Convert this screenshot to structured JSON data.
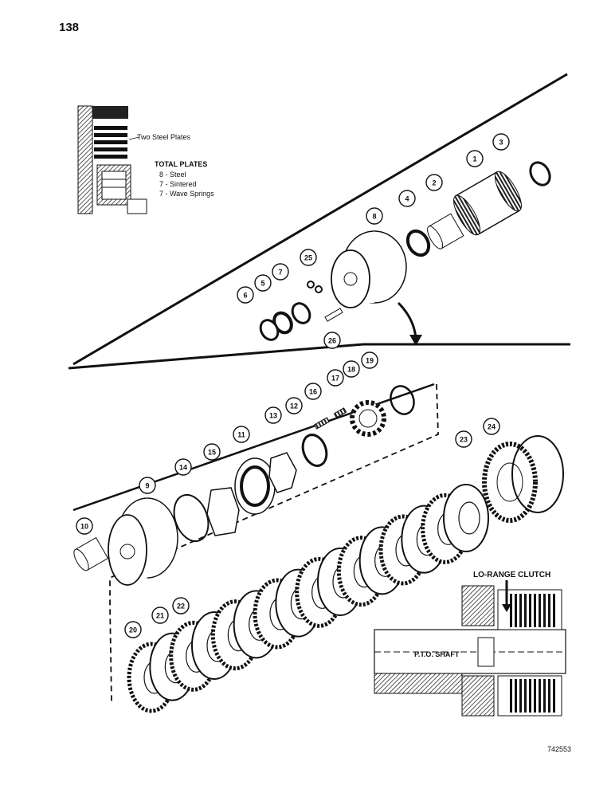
{
  "page_number": "138",
  "inset_top": {
    "callout": "Two Steel Plates",
    "total_plates_heading": "TOTAL PLATES",
    "plate_counts": [
      "8 - Steel",
      "7 - Sintered",
      "7 - Wave Springs"
    ]
  },
  "inset_bottom": {
    "title": "LO-RANGE CLUTCH",
    "shaft_label": "P.T.O. SHAFT"
  },
  "figure_code": "742553",
  "part_numbers": [
    "1",
    "2",
    "3",
    "4",
    "5",
    "6",
    "7",
    "8",
    "9",
    "10",
    "11",
    "12",
    "13",
    "14",
    "15",
    "16",
    "17",
    "18",
    "19",
    "20",
    "21",
    "22",
    "23",
    "24",
    "25",
    "26"
  ]
}
